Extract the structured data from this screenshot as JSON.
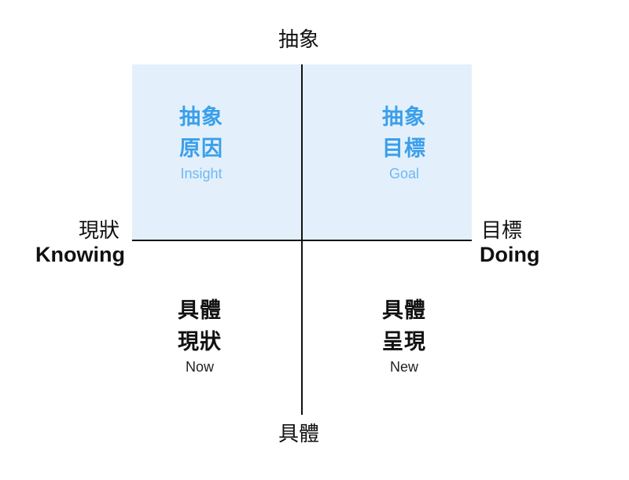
{
  "axes": {
    "top": "抽象",
    "bottom": "具體",
    "left": "現狀",
    "left_sub": "Knowing",
    "right": "目標",
    "right_sub": "Doing"
  },
  "quadrants": {
    "top_left": {
      "line1": "抽象",
      "line2": "原因",
      "english": "Insight"
    },
    "top_right": {
      "line1": "抽象",
      "line2": "目標",
      "english": "Goal"
    },
    "bottom_left": {
      "line1": "具體",
      "line2": "現狀",
      "english": "Now"
    },
    "bottom_right": {
      "line1": "具體",
      "line2": "呈現",
      "english": "New"
    }
  },
  "colors": {
    "quadrant_fill": "#e3f0fc",
    "accent_text": "#3b9fea",
    "axis": "#111111"
  }
}
